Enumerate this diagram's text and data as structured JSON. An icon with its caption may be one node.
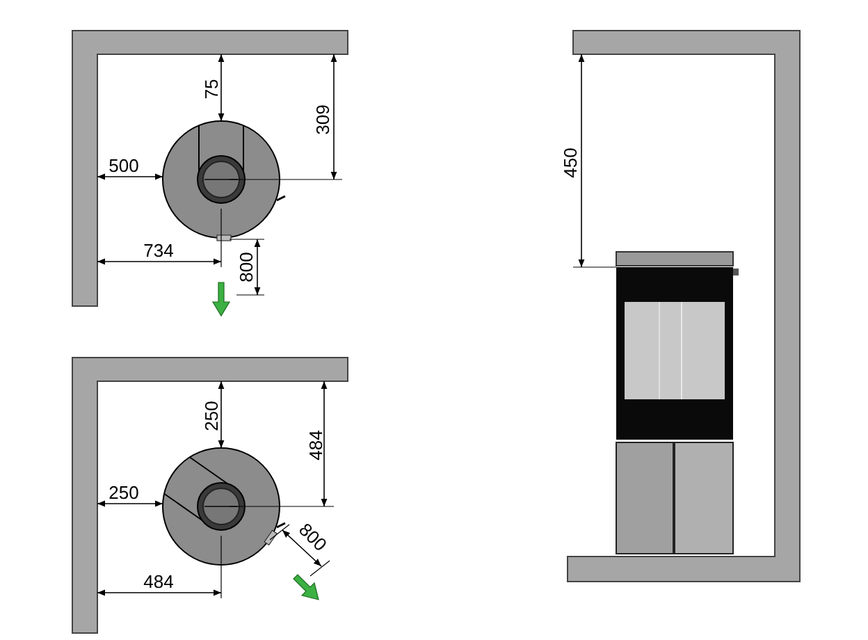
{
  "diagram": {
    "labels": [
      "75",
      "309",
      "500",
      "734",
      "800",
      "450",
      "250",
      "484",
      "250",
      "800",
      "484"
    ]
  }
}
